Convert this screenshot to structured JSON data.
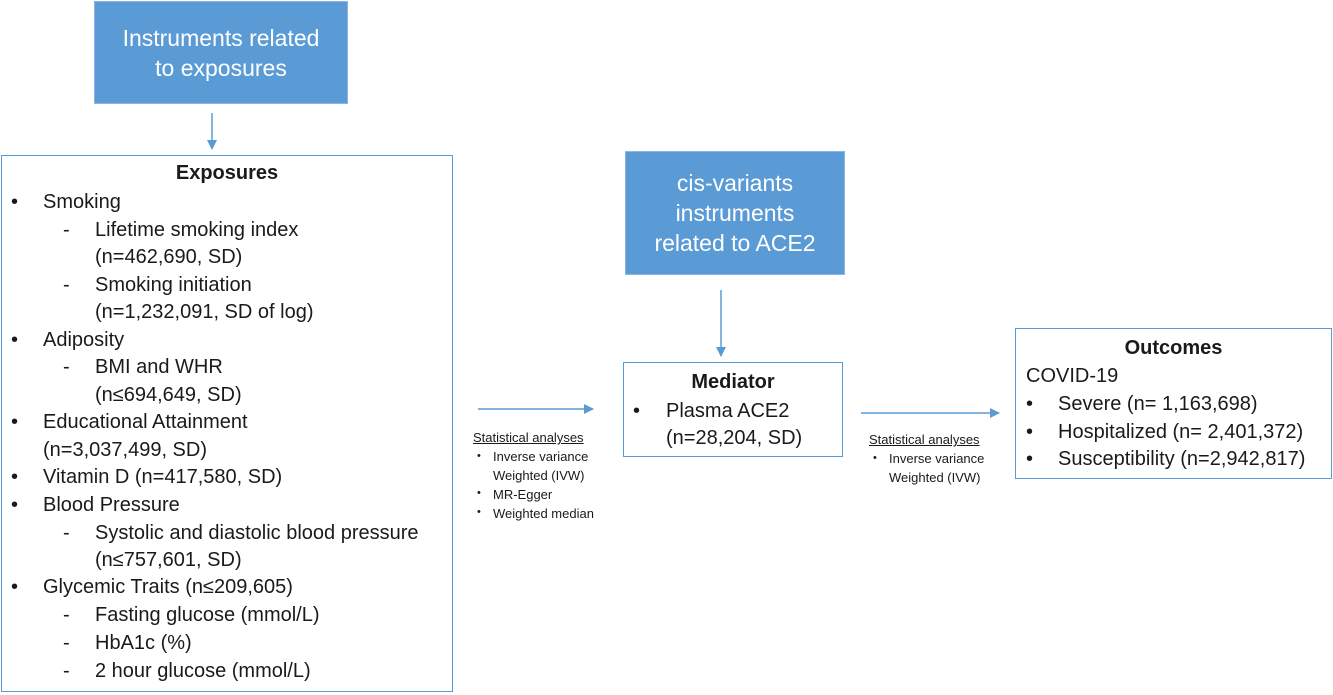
{
  "boxes": {
    "instruments": {
      "line1": "Instruments related",
      "line2": "to exposures"
    },
    "cis": {
      "line1": "cis-variants",
      "line2": "instruments",
      "line3": "related to ACE2"
    }
  },
  "exposures": {
    "title": "Exposures",
    "smoking": "Smoking",
    "lifetime": "Lifetime smoking index",
    "lifetime_n": "(n=462,690, SD)",
    "initiation": "Smoking initiation",
    "initiation_n": "(n=1,232,091, SD of log)",
    "adiposity": "Adiposity",
    "bmi": "BMI and WHR",
    "bmi_n": "(n≤694,649, SD)",
    "edu": "Educational Attainment",
    "edu_n": "(n=3,037,499, SD)",
    "vitd": "Vitamin D (n=417,580, SD)",
    "bp": "Blood Pressure",
    "bp_sub": "Systolic and diastolic blood pressure",
    "bp_n": "(n≤757,601, SD)",
    "glyc": "Glycemic Traits (n≤209,605)",
    "fasting": "Fasting glucose (mmol/L)",
    "hba1c": "HbA1c (%)",
    "twohour": "2 hour glucose (mmol/L)"
  },
  "mediator": {
    "title": "Mediator",
    "item": "Plasma ACE2",
    "item_n": "(n=28,204, SD)"
  },
  "outcomes": {
    "title": "Outcomes",
    "covid": "COVID-19",
    "severe": "Severe (n= 1,163,698)",
    "hosp": "Hospitalized (n= 2,401,372)",
    "susc": "Susceptibility (n=2,942,817)"
  },
  "stats1": {
    "title": "Statistical analyses",
    "ivw1": "Inverse variance",
    "ivw2": "Weighted (IVW)",
    "egger": "MR-Egger",
    "median": "Weighted median"
  },
  "stats2": {
    "title": "Statistical analyses",
    "ivw1": "Inverse variance",
    "ivw2": "Weighted (IVW)"
  },
  "colors": {
    "box_fill": "#5b9bd5",
    "border": "#5b9bd5",
    "arrow": "#5b9bd5"
  }
}
